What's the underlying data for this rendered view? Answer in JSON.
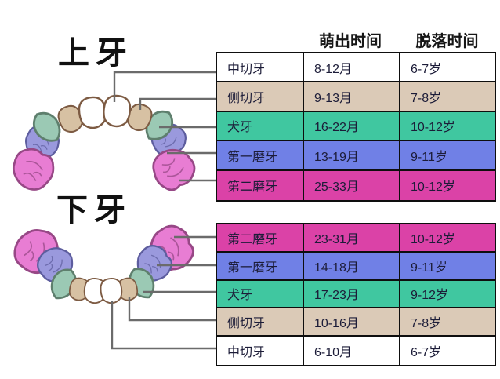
{
  "headers": {
    "eruption": "萌出时间",
    "shedding": "脱落时间"
  },
  "upper": {
    "title": "上牙",
    "rows": [
      {
        "name": "中切牙",
        "eruption": "8-12月",
        "shedding": "6-7岁",
        "color": "#ffffff"
      },
      {
        "name": "侧切牙",
        "eruption": "9-13月",
        "shedding": "7-8岁",
        "color": "#dbcab7"
      },
      {
        "name": "犬牙",
        "eruption": "16-22月",
        "shedding": "10-12岁",
        "color": "#40c7a0"
      },
      {
        "name": "第一磨牙",
        "eruption": "13-19月",
        "shedding": "9-11岁",
        "color": "#7080e6"
      },
      {
        "name": "第二磨牙",
        "eruption": "25-33月",
        "shedding": "10-12岁",
        "color": "#db42a7"
      }
    ]
  },
  "lower": {
    "title": "下牙",
    "rows": [
      {
        "name": "第二磨牙",
        "eruption": "23-31月",
        "shedding": "10-12岁",
        "color": "#db42a7"
      },
      {
        "name": "第一磨牙",
        "eruption": "14-18月",
        "shedding": "9-11岁",
        "color": "#7080e6"
      },
      {
        "name": "犬牙",
        "eruption": "17-23月",
        "shedding": "9-12岁",
        "color": "#40c7a0"
      },
      {
        "name": "侧切牙",
        "eruption": "10-16月",
        "shedding": "7-8岁",
        "color": "#dbcab7"
      },
      {
        "name": "中切牙",
        "eruption": "6-10月",
        "shedding": "6-7岁",
        "color": "#ffffff"
      }
    ]
  },
  "teeth_colors": {
    "central_incisor": "#ffffff",
    "lateral_incisor": "#d7c1a3",
    "canine": "#9bc9b4",
    "first_molar": "#9a99dd",
    "second_molar": "#e87dd3"
  }
}
